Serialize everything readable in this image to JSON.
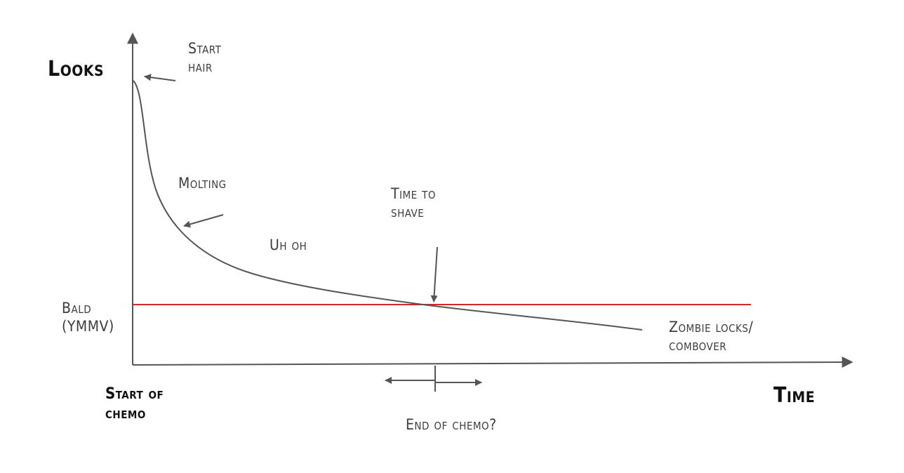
{
  "labels": {
    "y_axis": "Looks",
    "x_axis": "Time",
    "start_hair_line1": "Start",
    "start_hair_line2": "hair",
    "molting": "Molting",
    "uh_oh": "Uh oh",
    "time_to_shave_line1": "Time to",
    "time_to_shave_line2": "shave",
    "bald_line1": "Bald",
    "bald_line2": "(YMMV)",
    "zombie_line1": "Zombie locks/",
    "zombie_line2": "combover",
    "start_chemo_line1": "Start of",
    "start_chemo_line2": "chemo",
    "end_chemo": "End of chemo?"
  },
  "colors": {
    "axis": "#555555",
    "curve": "#555555",
    "bald_line": "#d62728",
    "text": "#3c3c3c",
    "bold_text": "#111111"
  }
}
